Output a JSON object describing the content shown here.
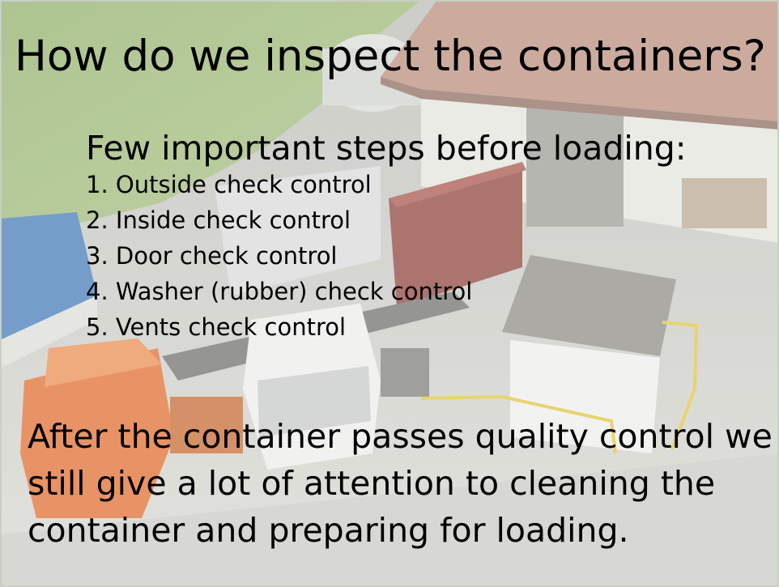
{
  "slide": {
    "title": "How do we inspect the containers?",
    "subtitle": "Few important steps before loading:",
    "steps": [
      "1. Outside check control",
      "2. Inside check control",
      "3. Door check control",
      "4. Washer (rubber) check control",
      "5. Vents check control"
    ],
    "closing": "After the container passes quality control we still give a lot of attention to cleaning the container and preparing for loading."
  },
  "colors": {
    "text": "#000000",
    "grass": "#8fae66",
    "roof": "#b98b79",
    "truck_orange": "#e06a2a",
    "container_red": "#8b3f37",
    "trailer_blue": "#3f78b5"
  }
}
